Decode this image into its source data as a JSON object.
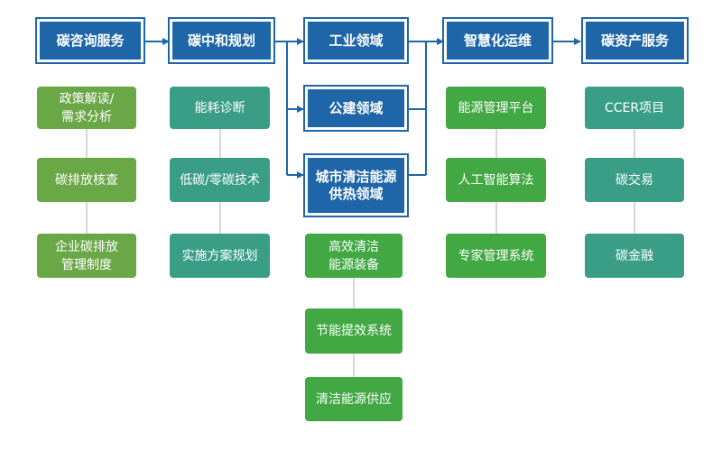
{
  "headers": {
    "carbon_consulting": "碳咨询服务",
    "carbon_neutral_planning": "碳中和规划",
    "industrial_sector": "工业领域",
    "public_building_sector": "公建领域",
    "urban_clean_energy_heating": "城市清洁能源\n供热领域",
    "smart_operations": "智慧化运维",
    "carbon_asset_services": "碳资产服务"
  },
  "consulting_items": [
    "政策解读/\n需求分析",
    "碳排放核查",
    "企业碳排放\n管理制度"
  ],
  "planning_items": [
    "能耗诊断",
    "低碳/零碳技术",
    "实施方案规划"
  ],
  "sector_items": [
    "高效清洁\n能源装备",
    "节能提效系统",
    "清洁能源供应"
  ],
  "operations_items": [
    "能源管理平台",
    "人工智能算法",
    "专家管理系统"
  ],
  "asset_items": [
    "CCER项目",
    "碳交易",
    "碳金融"
  ],
  "colors": {
    "header_blue": "#1f66a8",
    "olive_green": "#6aa746",
    "teal_green": "#3a9e86",
    "bright_green": "#41a843",
    "arrow_blue": "#1f66a8",
    "connector_gray": "#c8c8c8"
  }
}
